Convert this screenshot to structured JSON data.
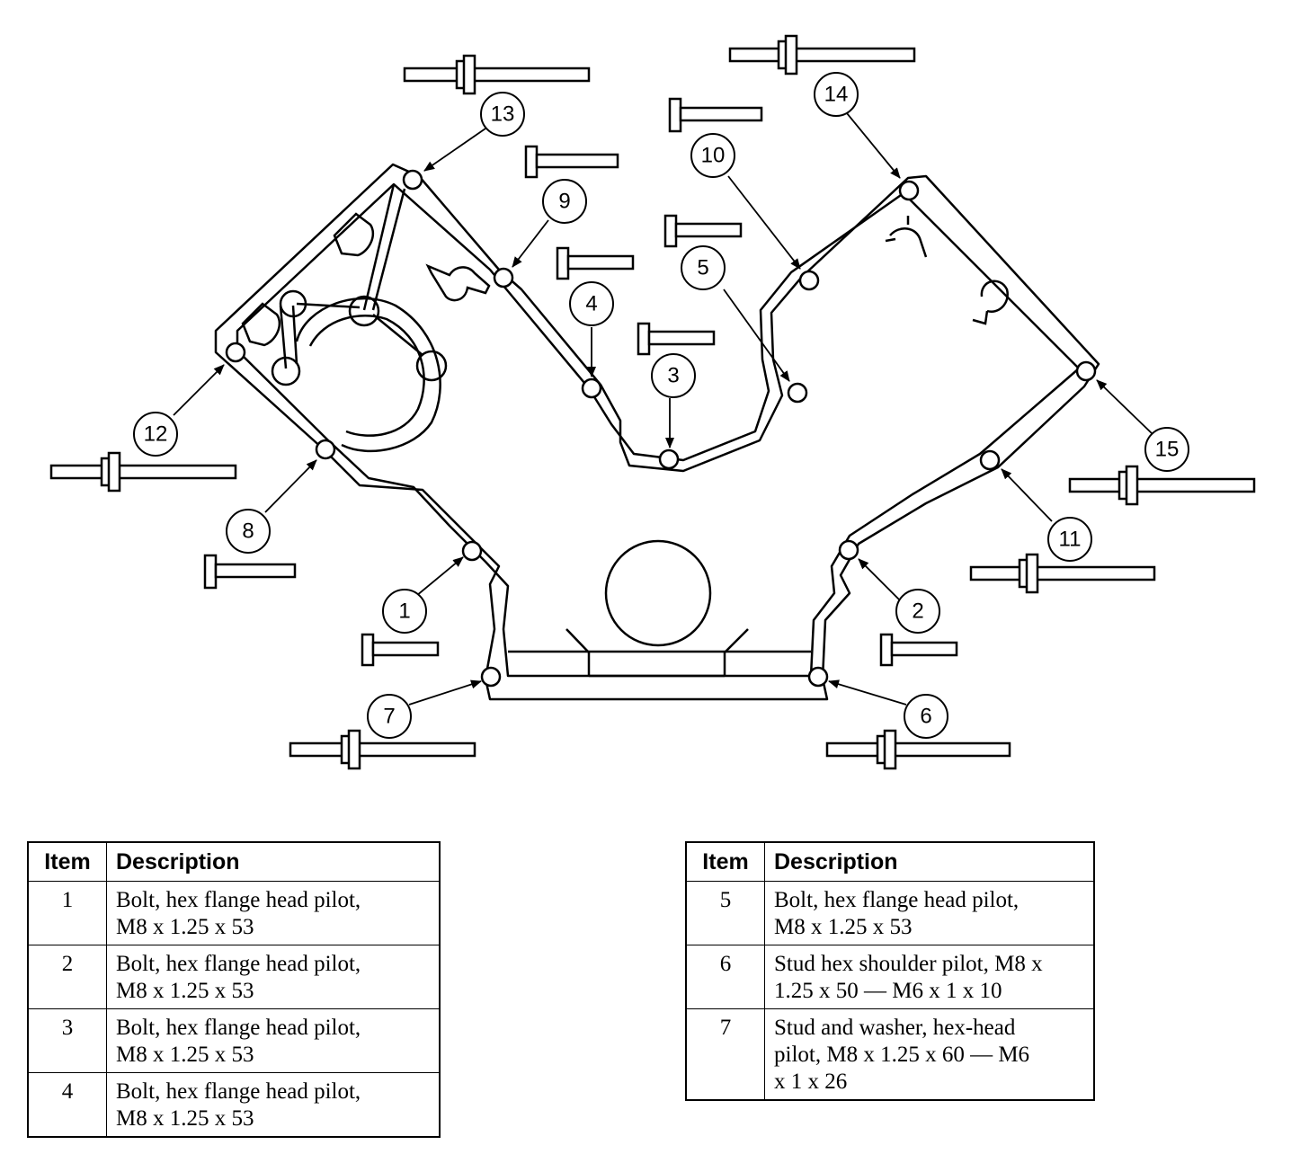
{
  "callouts": [
    {
      "id": "1",
      "label": "1"
    },
    {
      "id": "2",
      "label": "2"
    },
    {
      "id": "3",
      "label": "3"
    },
    {
      "id": "4",
      "label": "4"
    },
    {
      "id": "5",
      "label": "5"
    },
    {
      "id": "6",
      "label": "6"
    },
    {
      "id": "7",
      "label": "7"
    },
    {
      "id": "8",
      "label": "8"
    },
    {
      "id": "9",
      "label": "9"
    },
    {
      "id": "10",
      "label": "10"
    },
    {
      "id": "11",
      "label": "11"
    },
    {
      "id": "12",
      "label": "12"
    },
    {
      "id": "13",
      "label": "13"
    },
    {
      "id": "14",
      "label": "14"
    },
    {
      "id": "15",
      "label": "15"
    }
  ],
  "tables": {
    "left": {
      "header_item": "Item",
      "header_description": "Description",
      "rows": [
        {
          "item": "1",
          "line1": "Bolt, hex flange head pilot,",
          "line2": "M8 x 1.25 x 53"
        },
        {
          "item": "2",
          "line1": "Bolt, hex flange head pilot,",
          "line2": "M8 x 1.25 x 53"
        },
        {
          "item": "3",
          "line1": "Bolt, hex flange head pilot,",
          "line2": "M8 x 1.25 x 53"
        },
        {
          "item": "4",
          "line1": "Bolt, hex flange head pilot,",
          "line2": "M8 x 1.25 x 53"
        }
      ]
    },
    "right": {
      "header_item": "Item",
      "header_description": "Description",
      "rows": [
        {
          "item": "5",
          "line1": "Bolt, hex flange head pilot,",
          "line2": "M8 x 1.25 x 53",
          "line3": ""
        },
        {
          "item": "6",
          "line1": "Stud hex shoulder pilot, M8 x",
          "line2": "1.25 x 50 — M6 x 1 x 10",
          "line3": ""
        },
        {
          "item": "7",
          "line1": "Stud and washer, hex-head",
          "line2": "pilot, M8 x 1.25 x 60 — M6",
          "line3": "x 1 x 26"
        }
      ]
    }
  }
}
